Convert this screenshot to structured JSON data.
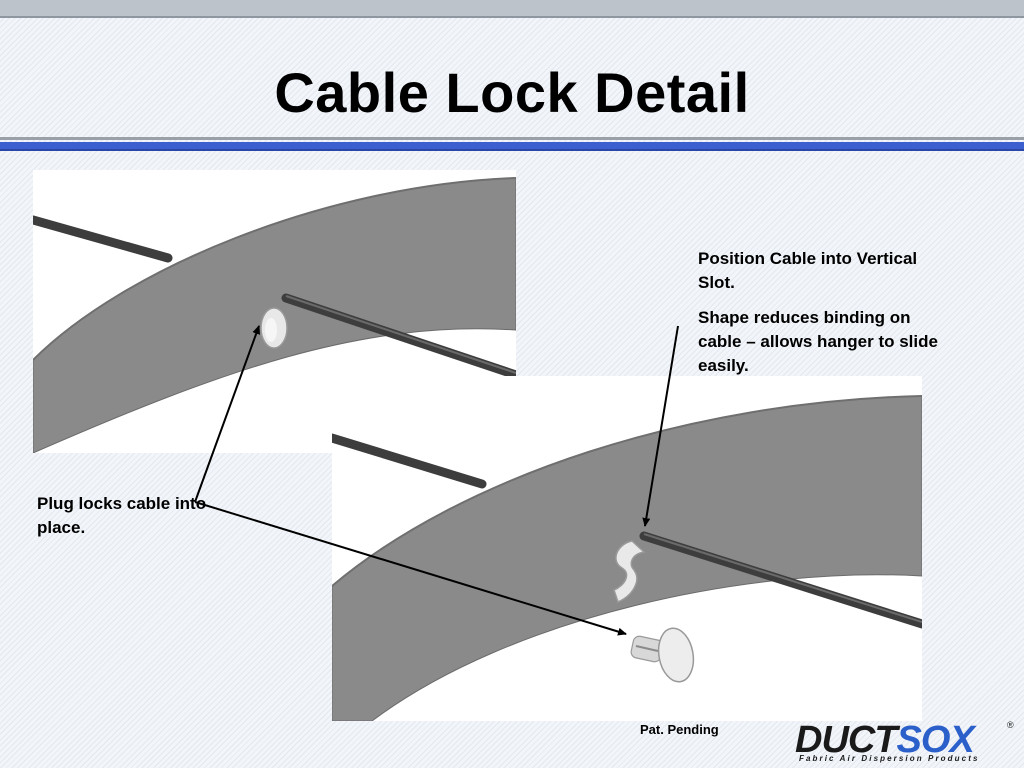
{
  "slide": {
    "title": "Cable Lock Detail",
    "footer_note": "Pat. Pending"
  },
  "callouts": {
    "position_cable": "Position Cable into Vertical Slot.",
    "shape_reduces": "Shape reduces binding on cable – allows hanger to slide easily.",
    "plug_locks": "Plug locks cable into place."
  },
  "logo": {
    "word_left": "DUCT",
    "word_right": "SOX",
    "registered": "®",
    "tagline": "Fabric Air Dispersion Products",
    "colors": {
      "dark": "#1a1a1a",
      "blue": "#2b5fc9"
    }
  },
  "theme": {
    "accent_blue": "#3c5fcf",
    "band_gray": "#888888",
    "cable_color": "#3d3d3d"
  }
}
